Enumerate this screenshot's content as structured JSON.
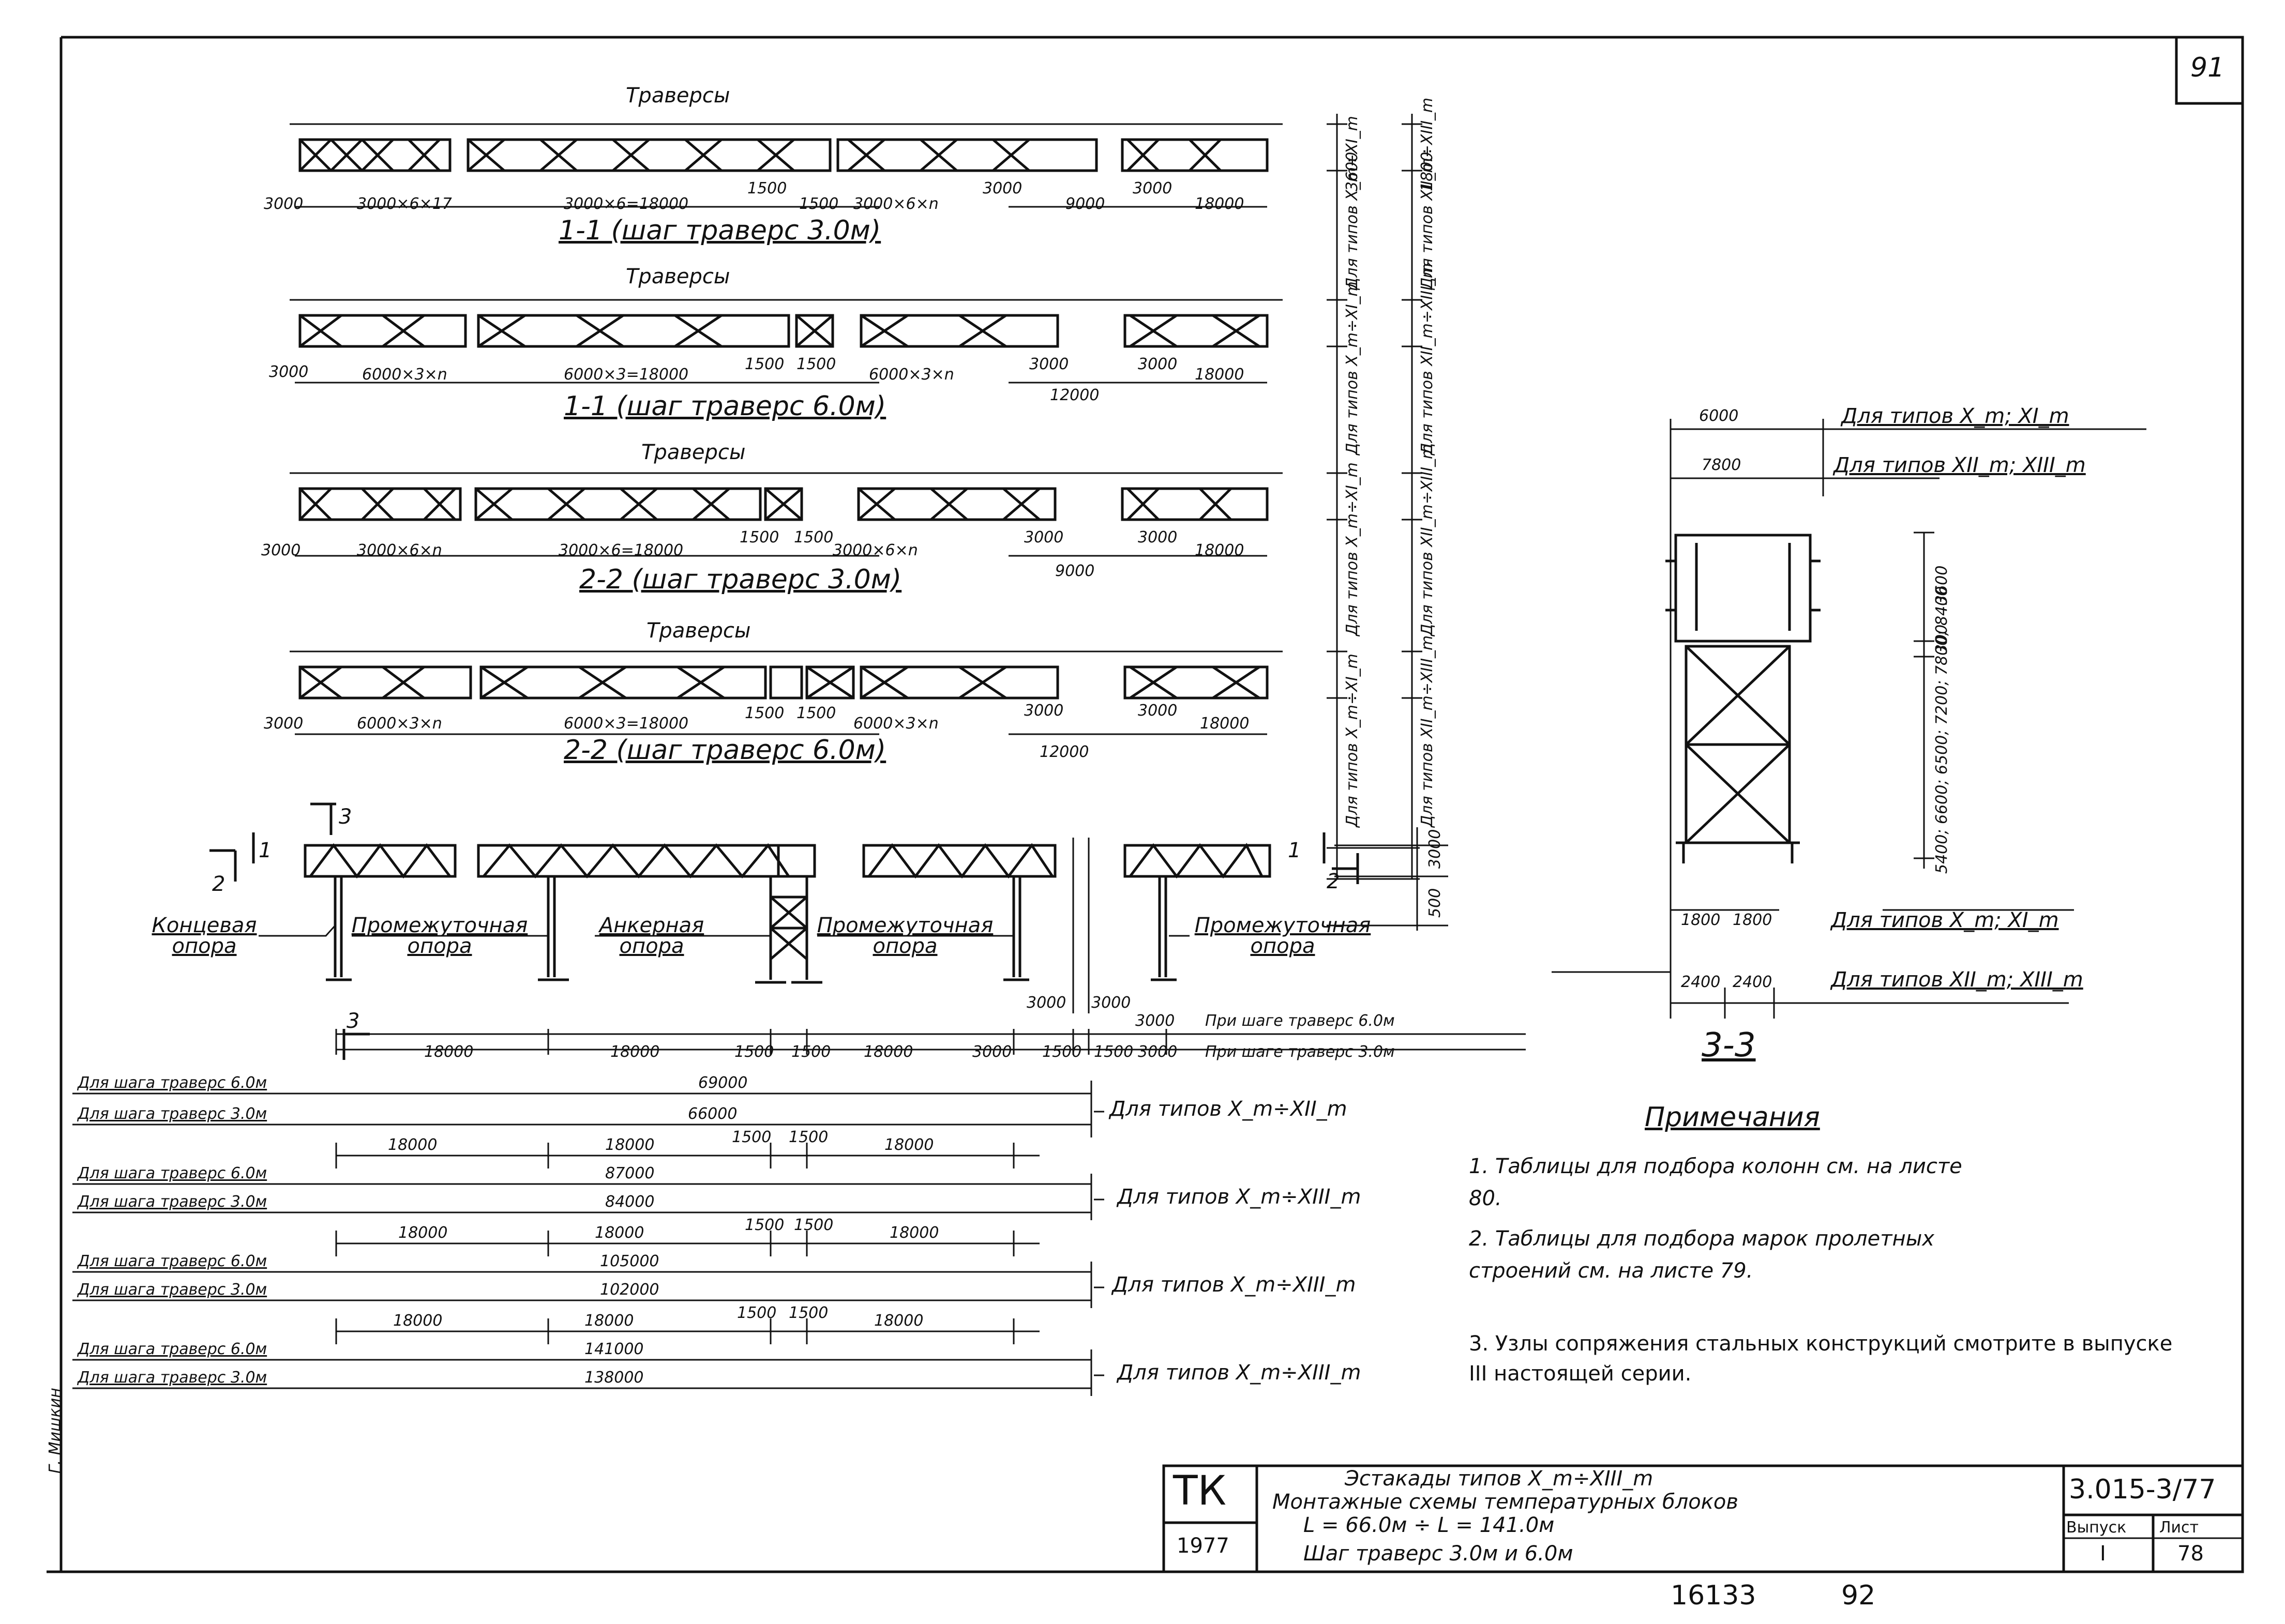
{
  "sheet": {
    "number_top_right": "91",
    "footer_numbers": [
      "16133",
      "92"
    ],
    "left_margin_signature": "Г. Мишкин"
  },
  "truss_strips": [
    {
      "title": "Траверсы",
      "section": "1-1 (шаг траверс 3.0м)",
      "dims": [
        "3000",
        "3000×6×17",
        "3000×6=18000",
        "1500",
        "1500",
        "3000×6×n",
        "3000",
        "9000",
        "3000",
        "18000"
      ],
      "side": [
        "3600",
        "Для типов X_m÷XI_m",
        "1800",
        "Для типов XII_m÷XIII_m"
      ]
    },
    {
      "title": "Траверсы",
      "section": "1-1 (шаг траверс 6.0м)",
      "dims": [
        "3000",
        "6000×3×n",
        "6000×3=18000",
        "1500",
        "1500",
        "6000×3×n",
        "3000",
        "12000",
        "3000",
        "18000"
      ],
      "side": [
        "3600",
        "Для типов X_m÷XI_m",
        "1800",
        "Для типов XII_m÷XIII_m"
      ]
    },
    {
      "title": "Траверсы",
      "section": "2-2 (шаг траверс 3.0м)",
      "dims": [
        "3000",
        "3000×6×n",
        "3000×6=18000",
        "1500",
        "1500",
        "3000×6×n",
        "3000",
        "9000",
        "3000",
        "18000"
      ],
      "side": [
        "3600",
        "Для типов X_m÷XI_m",
        "4800",
        "Для типов XII_m÷XIII_m"
      ]
    },
    {
      "title": "Траверсы",
      "section": "2-2 (шаг траверс 6.0м)",
      "dims": [
        "3000",
        "6000×3×n",
        "6000×3=18000",
        "1500",
        "1500",
        "6000×3×n",
        "3000",
        "12000",
        "3000",
        "18000"
      ],
      "side": [
        "3600",
        "Для типов X_m÷XI_m",
        "4800",
        "Для типов XII_m÷XIII_m"
      ]
    }
  ],
  "elevation": {
    "section_marks": [
      "3",
      "1",
      "2",
      "1",
      "2",
      "3"
    ],
    "supports": [
      "Концевая опора",
      "Промежуточная опора",
      "Анкерная опора",
      "Промежуточная опора",
      "Промежуточная опора"
    ],
    "height_dims": [
      "3000",
      "500"
    ],
    "row_6m": [
      "3000",
      "3000",
      "3000",
      "При шаге траверс 6.0м"
    ],
    "row_3m": [
      "18000",
      "18000",
      "1500",
      "1500",
      "18000",
      "3000",
      "1500",
      "1500",
      "3000",
      "При шаге траверс 3.0м"
    ]
  },
  "length_groups": [
    {
      "label_6": "Для шага траверс 6.0м",
      "total_6": "69000",
      "label_3": "Для шага траверс 3.0м",
      "total_3": "66000",
      "types": "Для типов X_m÷XII_m",
      "segs": []
    },
    {
      "label_6": "Для шага траверс 6.0м",
      "total_6": "87000",
      "label_3": "Для шага траверс 3.0м",
      "total_3": "84000",
      "types": "Для типов X_m÷XIII_m",
      "segs": [
        "18000",
        "18000",
        "1500",
        "1500",
        "18000"
      ]
    },
    {
      "label_6": "Для шага траверс 6.0м",
      "total_6": "105000",
      "label_3": "Для шага траверс 3.0м",
      "total_3": "102000",
      "types": "Для типов X_m÷XIII_m",
      "segs": [
        "18000",
        "18000",
        "1500",
        "1500",
        "18000"
      ]
    },
    {
      "label_6": "Для шага траверс 6.0м",
      "total_6": "141000",
      "label_3": "Для шага траверс 3.0м",
      "total_3": "138000",
      "types": "Для типов X_m÷XIII_m",
      "segs": [
        "18000",
        "18000",
        "1500",
        "1500",
        "18000"
      ]
    }
  ],
  "section_3_3": {
    "title": "3-3",
    "top_dims": [
      {
        "value": "6000",
        "label": "Для типов X_m; XI_m"
      },
      {
        "value": "7800",
        "label": "Для типов XII_m; XIII_m"
      }
    ],
    "height_dims": [
      "3600",
      "300",
      "5400; 6600; 6500; 7200; 7800; 8400"
    ],
    "bottom_dims": [
      {
        "a": "1800",
        "b": "1800",
        "label": "Для типов X_m; XI_m"
      },
      {
        "a": "2400",
        "b": "2400",
        "label": "Для типов XII_m; XIII_m"
      }
    ]
  },
  "notes": {
    "title": "Примечания",
    "items": [
      "1. Таблицы для подбора колонн см. на листе 80.",
      "2. Таблицы для подбора марок пролетных строений см. на листе 79.",
      "3. Узлы сопряжения стальных конструкций смотрите в выпуске III настоящей серии."
    ]
  },
  "title_block": {
    "org": "ТК",
    "year": "1977",
    "line1": "Эстакады типов X_m÷XIII_m",
    "line2": "Монтажные схемы температурных блоков",
    "line3": "L = 66.0м ÷ L = 141.0м",
    "line4": "Шаг траверс 3.0м и 6.0м",
    "series": "3.015-3/77",
    "issue_label": "Выпуск",
    "issue": "I",
    "sheet_label": "Лист",
    "sheet": "78"
  }
}
